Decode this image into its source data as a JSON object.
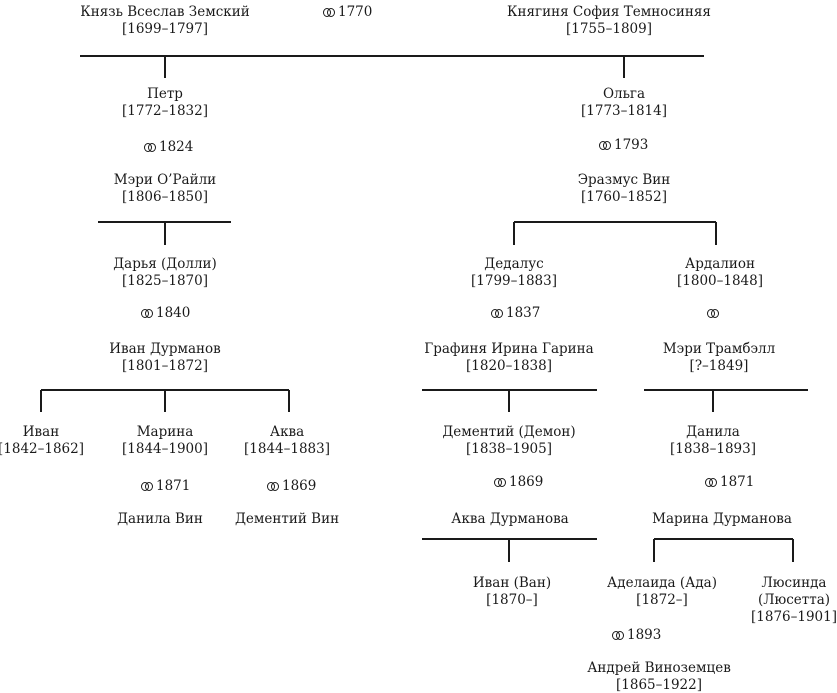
{
  "people": {
    "vseslav": {
      "name": "Князь Всеслав Земский",
      "years": "[1699–1797]"
    },
    "sofia": {
      "name": "Княгиня София Темносиняя",
      "years": "[1755–1809]"
    },
    "petr": {
      "name": "Петр",
      "years": "[1772–1832]"
    },
    "olga": {
      "name": "Ольга",
      "years": "[1773–1814]"
    },
    "mary_oreilly": {
      "name": "Мэри О’Райли",
      "years": "[1806–1850]"
    },
    "erazmus": {
      "name": "Эразмус Вин",
      "years": "[1760–1852]"
    },
    "darya": {
      "name": "Дарья (Долли)",
      "years": "[1825–1870]"
    },
    "dedalus": {
      "name": "Дедалус",
      "years": "[1799–1883]"
    },
    "ardalion": {
      "name": "Ардалион",
      "years": "[1800–1848]"
    },
    "ivan_durmanov": {
      "name": "Иван Дурманов",
      "years": "[1801–1872]"
    },
    "irina": {
      "name": "Графиня Ирина Гарина",
      "years": "[1820–1838]"
    },
    "mary_trumbull": {
      "name": "Мэри Трамбэлл",
      "years": "[?–1849]"
    },
    "ivan": {
      "name": "Иван",
      "years": "[1842–1862]"
    },
    "marina": {
      "name": "Марина",
      "years": "[1844–1900]"
    },
    "aqua": {
      "name": "Аква",
      "years": "[1844–1883]"
    },
    "dementiy": {
      "name": "Дементий (Демон)",
      "years": "[1838–1905]"
    },
    "danila": {
      "name": "Данила",
      "years": "[1838–1893]"
    },
    "danila_vin": {
      "name": "Данила Вин"
    },
    "dementiy_vin": {
      "name": "Дементий Вин"
    },
    "aqua_durmanova": {
      "name": "Аква Дурманова"
    },
    "marina_durmanova": {
      "name": "Марина Дурманова"
    },
    "van": {
      "name": "Иван (Ван)",
      "years": "[1870–]"
    },
    "ada": {
      "name": "Аделаида (Ада)",
      "years": "[1872–]"
    },
    "lucinda": {
      "name": "Люсинда",
      "alias": "(Люсетта)",
      "years": "[1876–1901]"
    },
    "andrey": {
      "name": "Андрей Виноземцев",
      "years": "[1865–1922]"
    }
  },
  "marriages": {
    "vseslav_sofia": "1770",
    "petr_mary": "1824",
    "olga_erazmus": "1793",
    "darya_ivan": "1840",
    "dedalus_irina": "1837",
    "ardalion_mary": "",
    "marina_danila": "1871",
    "aqua_dementiy": "1869",
    "dementiy_aqua": "1869",
    "danila_marina": "1871",
    "ada_andrey": "1893"
  },
  "icons": {
    "marriage": "interlocked-rings-icon"
  }
}
